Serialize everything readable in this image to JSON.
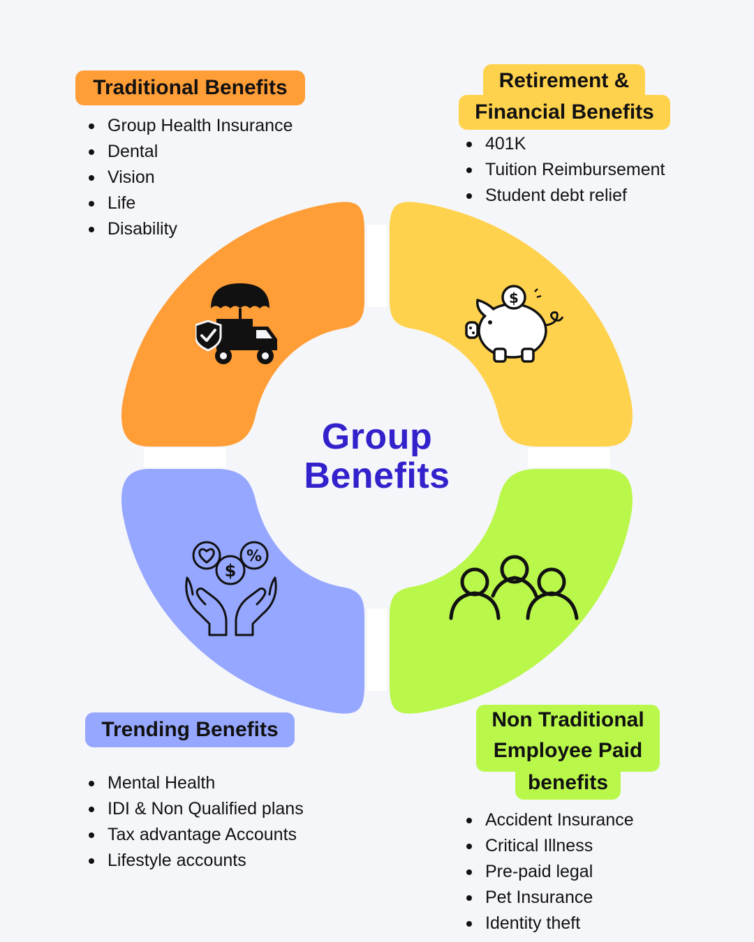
{
  "center": {
    "line1": "Group",
    "line2": "Benefits"
  },
  "colors": {
    "traditional": "#ff9d37",
    "retirement": "#ffd24e",
    "trending": "#96a7ff",
    "non_traditional": "#baf74b",
    "title": "#3322cc"
  },
  "sections": {
    "traditional": {
      "title": "Traditional Benefits",
      "icon": "umbrella-truck-icon",
      "items": [
        "Group Health Insurance",
        "Dental",
        "Vision",
        "Life",
        "Disability"
      ]
    },
    "retirement": {
      "title_line1": "Retirement &",
      "title_line2": "Financial Benefits",
      "icon": "piggy-bank-icon",
      "items": [
        "401K",
        "Tuition Reimbursement",
        "Student debt relief"
      ]
    },
    "trending": {
      "title": "Trending Benefits",
      "icon": "hands-care-icon",
      "items": [
        "Mental Health",
        "IDI & Non Qualified plans",
        "Tax advantage Accounts",
        "Lifestyle accounts"
      ]
    },
    "non_traditional": {
      "title_line1": "Non Traditional",
      "title_line2": "Employee Paid",
      "title_line3": "benefits",
      "icon": "people-group-icon",
      "items": [
        "Accident Insurance",
        "Critical Illness",
        "Pre-paid legal",
        "Pet Insurance",
        "Identity theft"
      ]
    }
  }
}
